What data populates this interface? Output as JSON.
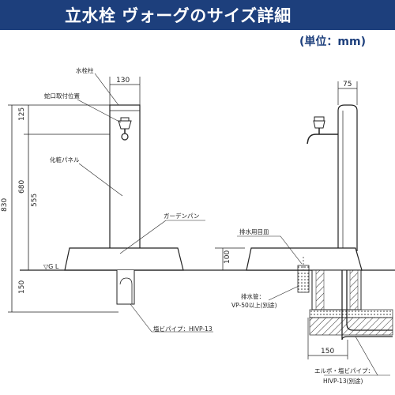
{
  "header": {
    "title": "立水栓 ヴォーグのサイズ詳細",
    "unit": "(単位：mm)"
  },
  "colors": {
    "header_bg": "#1d3f7c",
    "header_text": "#ffffff",
    "unit_text": "#1d3f7c",
    "line": "#222222"
  },
  "labels": {
    "suichuu": "水栓柱",
    "jaguchi": "蛇口取付位置",
    "keshou_panel": "化粧パネル",
    "garden_pan": "ガーデンパン",
    "gl": "▽G L",
    "haisui_mezara": "排水用目皿",
    "haisui_kan": "排水管：",
    "haisui_kan_spec": "VP-50以上(別途)",
    "enbi_pipe": "塩ビパイプ：HIVP-13",
    "elbow": "エルボ・塩ビパイプ：",
    "elbow_spec": "HIVP-13(別途)"
  },
  "dimensions": {
    "width_front": "130",
    "width_side": "75",
    "d125": "125",
    "d680": "680",
    "d830": "830",
    "d555": "555",
    "d100": "100",
    "d150": "150",
    "d150_bottom": "150"
  }
}
